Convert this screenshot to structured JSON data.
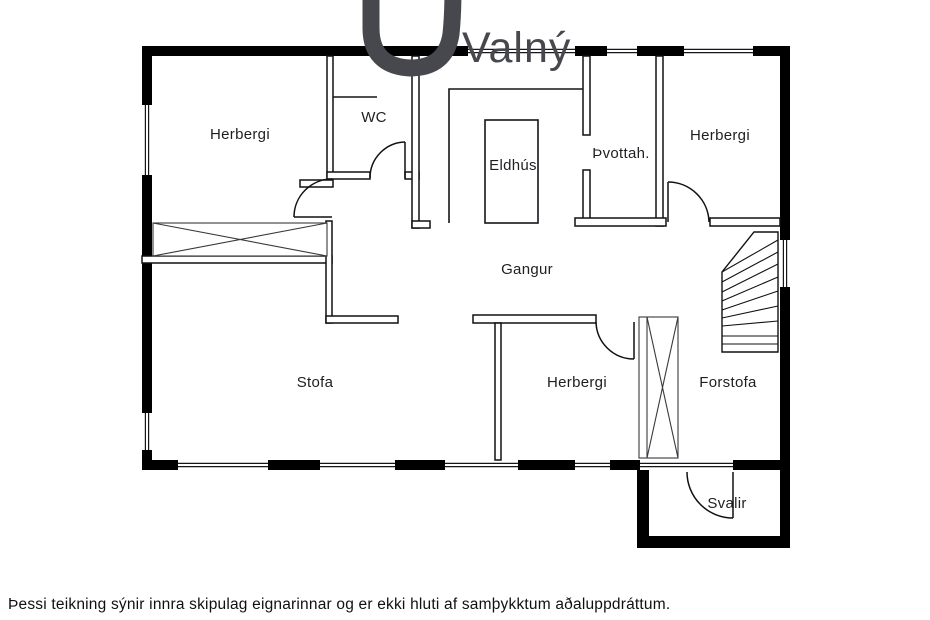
{
  "logo": {
    "brand": "Valný"
  },
  "floor_plan": {
    "rooms": [
      {
        "id": "herbergi-top-left",
        "label": "Herbergi"
      },
      {
        "id": "wc",
        "label": "WC"
      },
      {
        "id": "eldhus",
        "label": "Eldhús"
      },
      {
        "id": "thvottahus",
        "label": "Þvottah."
      },
      {
        "id": "herbergi-top-right",
        "label": "Herbergi"
      },
      {
        "id": "gangur",
        "label": "Gangur"
      },
      {
        "id": "stofa",
        "label": "Stofa"
      },
      {
        "id": "herbergi-bottom",
        "label": "Herbergi"
      },
      {
        "id": "forstofa",
        "label": "Forstofa"
      },
      {
        "id": "svalir",
        "label": "Svalir"
      }
    ],
    "colors": {
      "wall": "#000000",
      "logo": "#47474e",
      "label": "#1f1f23"
    }
  },
  "footer": {
    "disclaimer": "Þessi teikning sýnir innra skipulag eignarinnar og er ekki hluti af samþykktum aðaluppdráttum."
  }
}
